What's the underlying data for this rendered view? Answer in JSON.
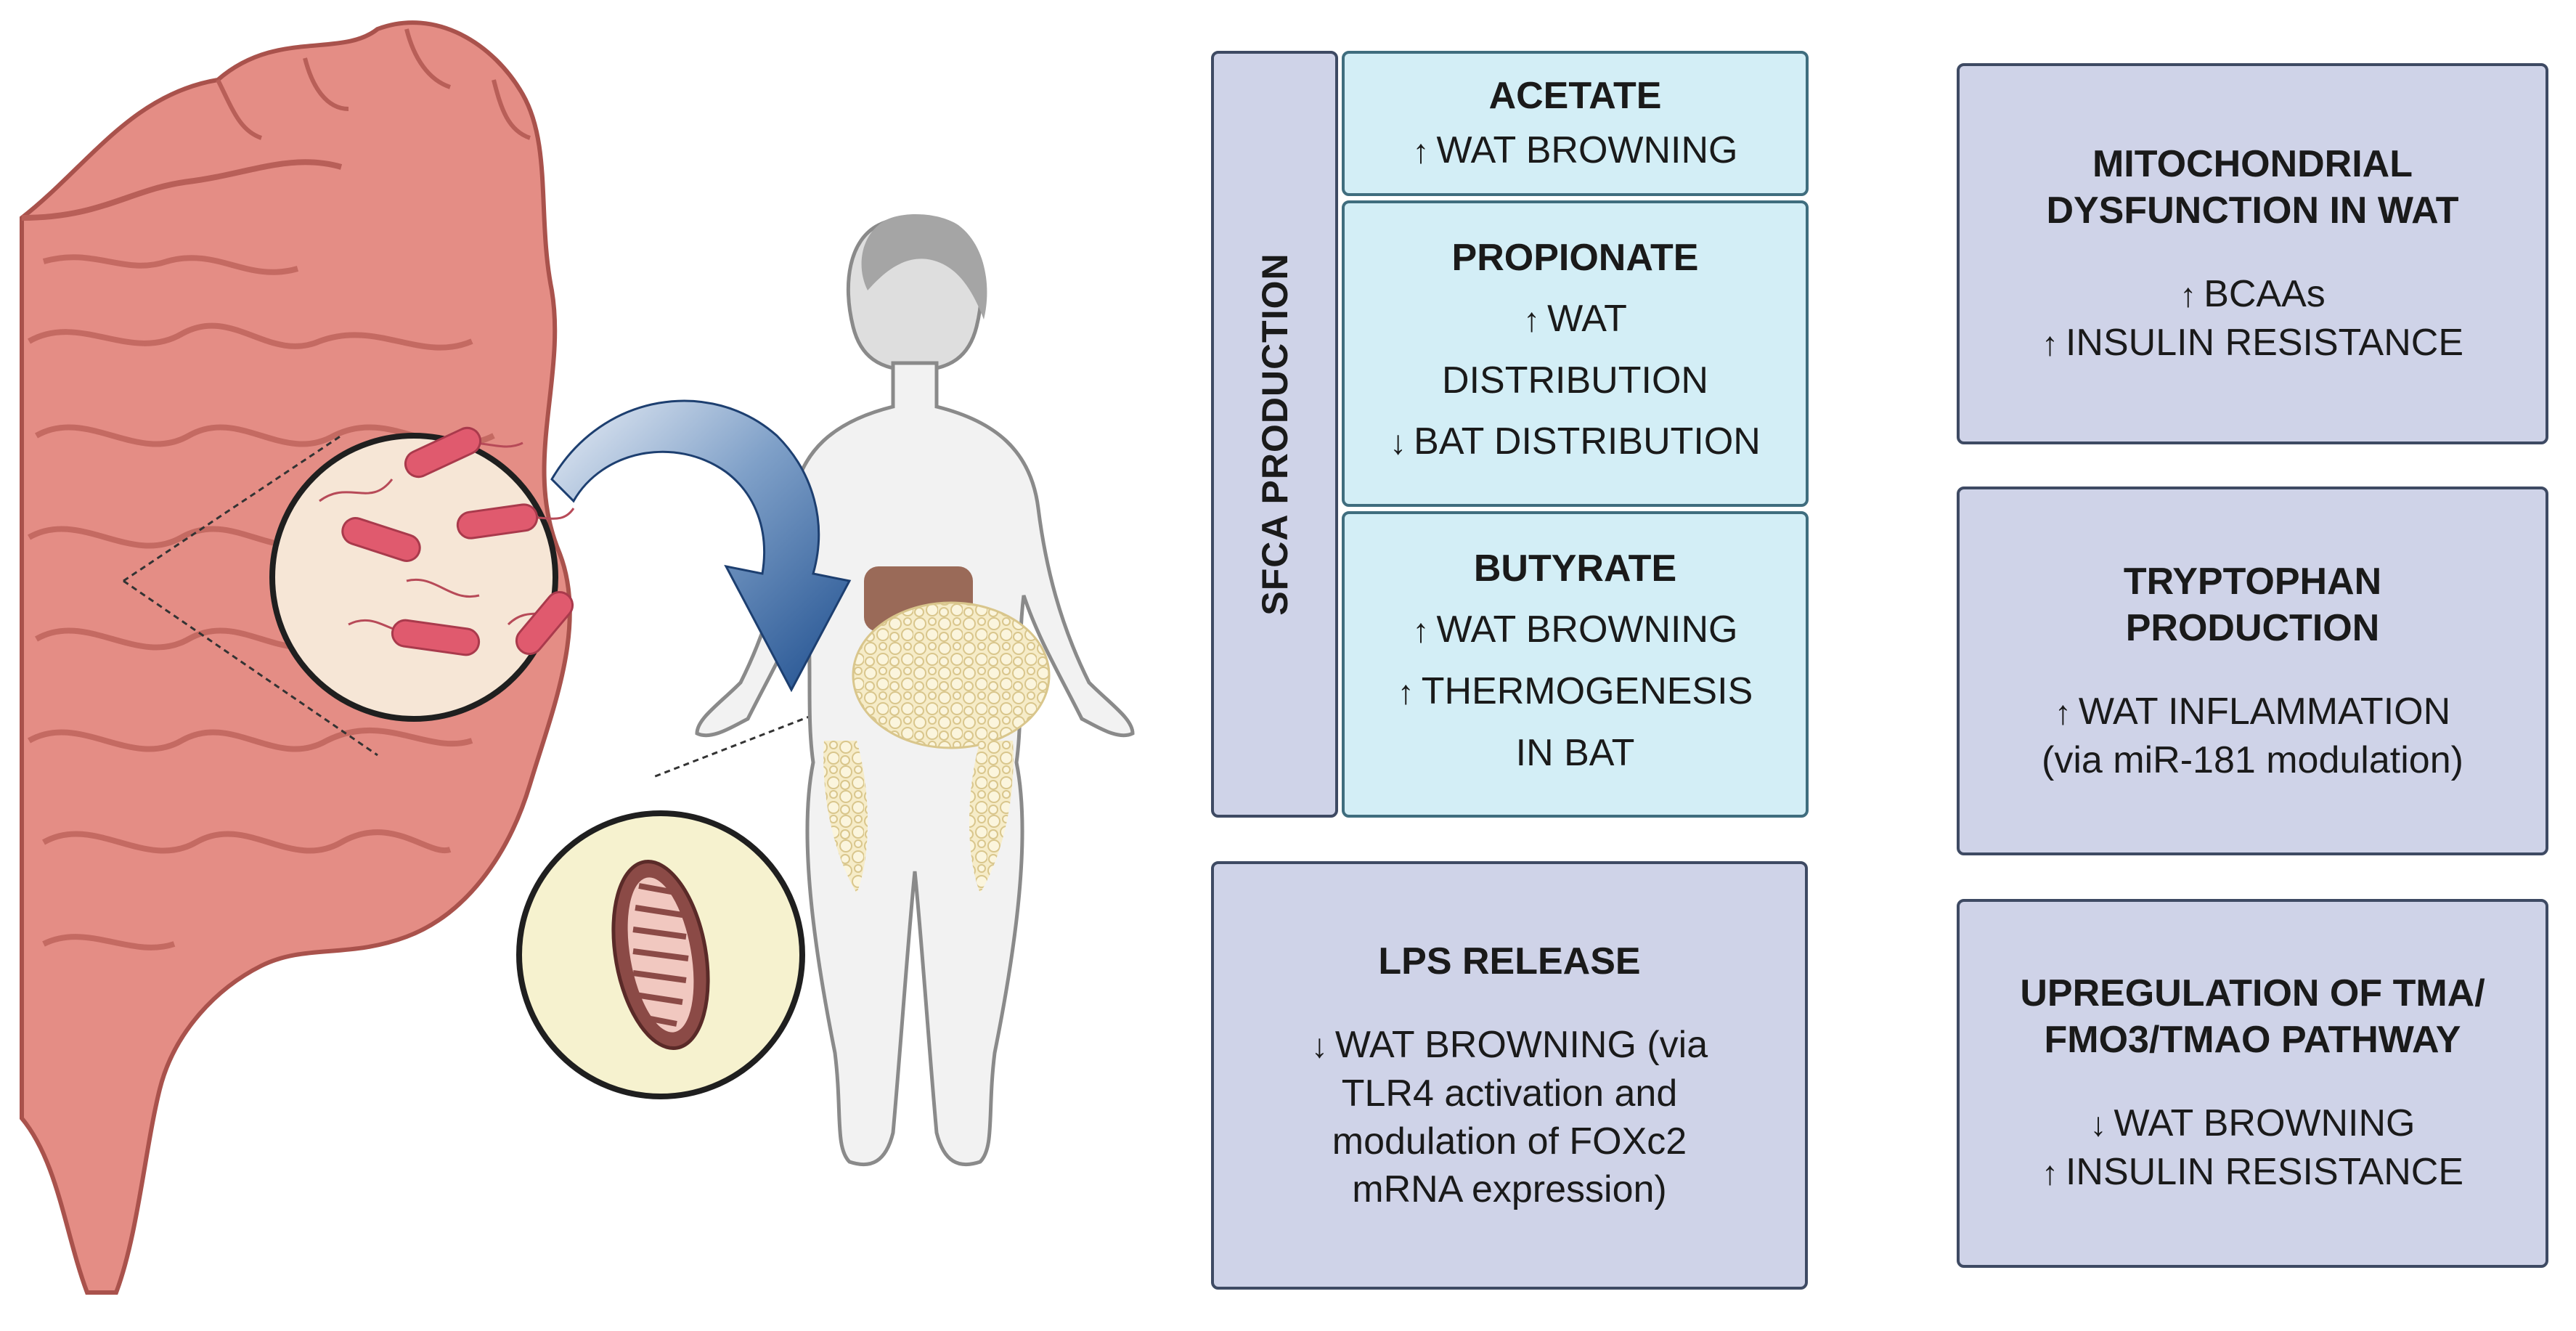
{
  "sfca": {
    "label": "SFCA PRODUCTION",
    "acetate": {
      "title": "ACETATE",
      "lines": [
        {
          "arrow": "↑",
          "text": "WAT BROWNING"
        }
      ]
    },
    "propionate": {
      "title": "PROPIONATE",
      "lines": [
        {
          "arrow": "↑",
          "text": "WAT"
        },
        {
          "arrow": "",
          "text": "DISTRIBUTION"
        },
        {
          "arrow": "↓",
          "text": "BAT DISTRIBUTION"
        }
      ]
    },
    "butyrate": {
      "title": "BUTYRATE",
      "lines": [
        {
          "arrow": "↑",
          "text": "WAT BROWNING"
        },
        {
          "arrow": "↑",
          "text": "THERMOGENESIS"
        },
        {
          "arrow": "",
          "text": "IN BAT"
        }
      ]
    }
  },
  "lps": {
    "title": "LPS RELEASE",
    "lines": [
      {
        "arrow": "↓",
        "text": "WAT BROWNING (via"
      },
      {
        "arrow": "",
        "text": "TLR4 activation and"
      },
      {
        "arrow": "",
        "text": "modulation of FOXc2"
      },
      {
        "arrow": "",
        "text": "mRNA expression)"
      }
    ]
  },
  "mito": {
    "title_1": "MITOCHONDRIAL",
    "title_2": "DYSFUNCTION IN WAT",
    "lines": [
      {
        "arrow": "↑",
        "text": "BCAAs"
      },
      {
        "arrow": "↑",
        "text": "INSULIN RESISTANCE"
      }
    ]
  },
  "trp": {
    "title_1": "TRYPTOPHAN",
    "title_2": "PRODUCTION",
    "lines": [
      {
        "arrow": "↑",
        "text": "WAT INFLAMMATION"
      },
      {
        "arrow": "",
        "text": "(via miR-181 modulation)"
      }
    ]
  },
  "tma": {
    "title_1": "UPREGULATION OF TMA/",
    "title_2": "FMO3/TMAO PATHWAY",
    "lines": [
      {
        "arrow": "↓",
        "text": "WAT BROWNING"
      },
      {
        "arrow": "↑",
        "text": "INSULIN RESISTANCE"
      }
    ]
  },
  "colors": {
    "box_lavender": "#cfd3e8",
    "box_cyan": "#d3eef6",
    "border": "#3e4a63",
    "intestine": "#e0847c",
    "fat": "#f3e7c2",
    "curved_arrow": "#2f5e9a"
  },
  "icons": [
    "intestine-icon",
    "bacteria-magnifier-icon",
    "mitochondrion-magnifier-icon",
    "human-body-icon",
    "curved-arrow-icon"
  ]
}
